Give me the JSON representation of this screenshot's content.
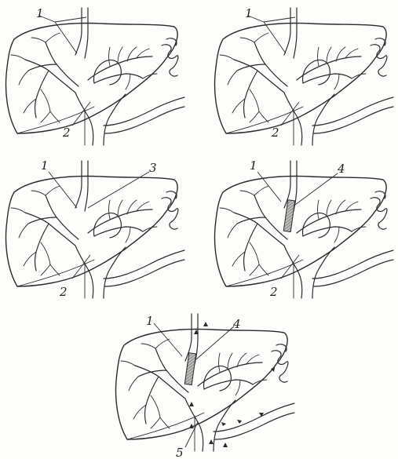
{
  "panels": [
    {
      "id": "panel-top-left",
      "labels": [
        "1",
        "2"
      ],
      "has_shunt": false,
      "has_flow_arrows": false
    },
    {
      "id": "panel-top-right",
      "labels": [
        "1",
        "2"
      ],
      "has_shunt": false,
      "has_flow_arrows": false
    },
    {
      "id": "panel-middle-left",
      "labels": [
        "1",
        "3",
        "2"
      ],
      "has_shunt": false,
      "has_flow_arrows": false
    },
    {
      "id": "panel-middle-right",
      "labels": [
        "1",
        "4",
        "2"
      ],
      "has_shunt": true,
      "has_flow_arrows": false
    },
    {
      "id": "panel-bottom",
      "labels": [
        "1",
        "4",
        "5"
      ],
      "has_shunt": true,
      "has_flow_arrows": true
    }
  ],
  "colors": {
    "line": "#2a2a2a",
    "paper": "#fdfdfb"
  }
}
